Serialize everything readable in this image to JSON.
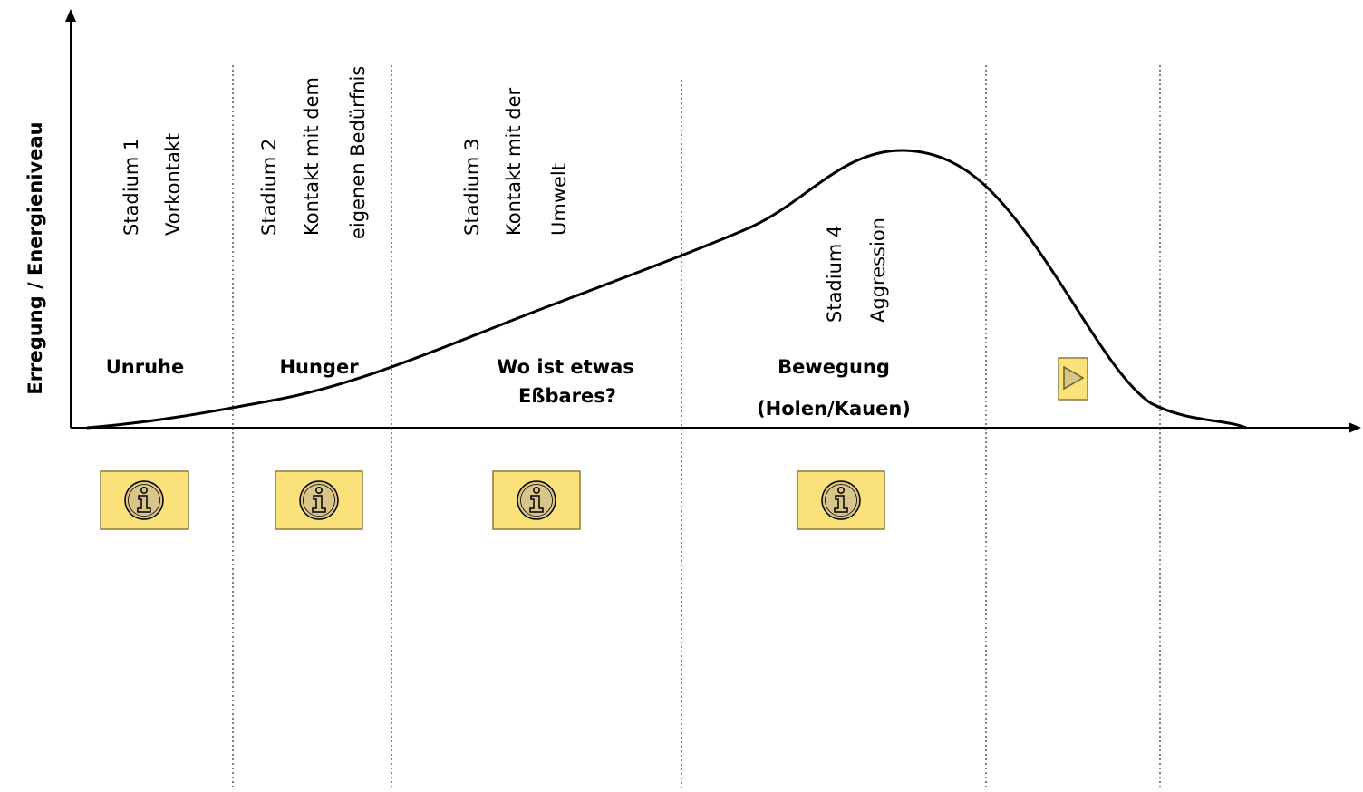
{
  "diagram": {
    "y_axis_label": "Erregung / Energieniveau",
    "stages": [
      {
        "id": "stage-1",
        "lines": [
          "Stadium 1",
          "Vorkontakt"
        ],
        "phase": [
          "Unruhe"
        ]
      },
      {
        "id": "stage-2",
        "lines": [
          "Stadium 2",
          "Kontakt mit dem",
          "eigenen Bedürfnis"
        ],
        "phase": [
          "Hunger"
        ]
      },
      {
        "id": "stage-3",
        "lines": [
          "Stadium 3",
          "Kontakt mit der",
          "Umwelt"
        ],
        "phase": [
          "Wo ist etwas",
          "Eßbares?"
        ]
      },
      {
        "id": "stage-4",
        "lines": [
          "Stadium 4",
          "Aggression"
        ],
        "phase": [
          "Bewegung",
          "(Holen/Kauen)"
        ]
      }
    ],
    "info_button_count": 4,
    "info_button_icon": "info-icon",
    "play_button_icon": "play-icon",
    "colors": {
      "button_fill": "#FBE17A",
      "button_border": "#8A7A3A",
      "icon_fill": "#D9C48A",
      "line": "#000000"
    }
  }
}
